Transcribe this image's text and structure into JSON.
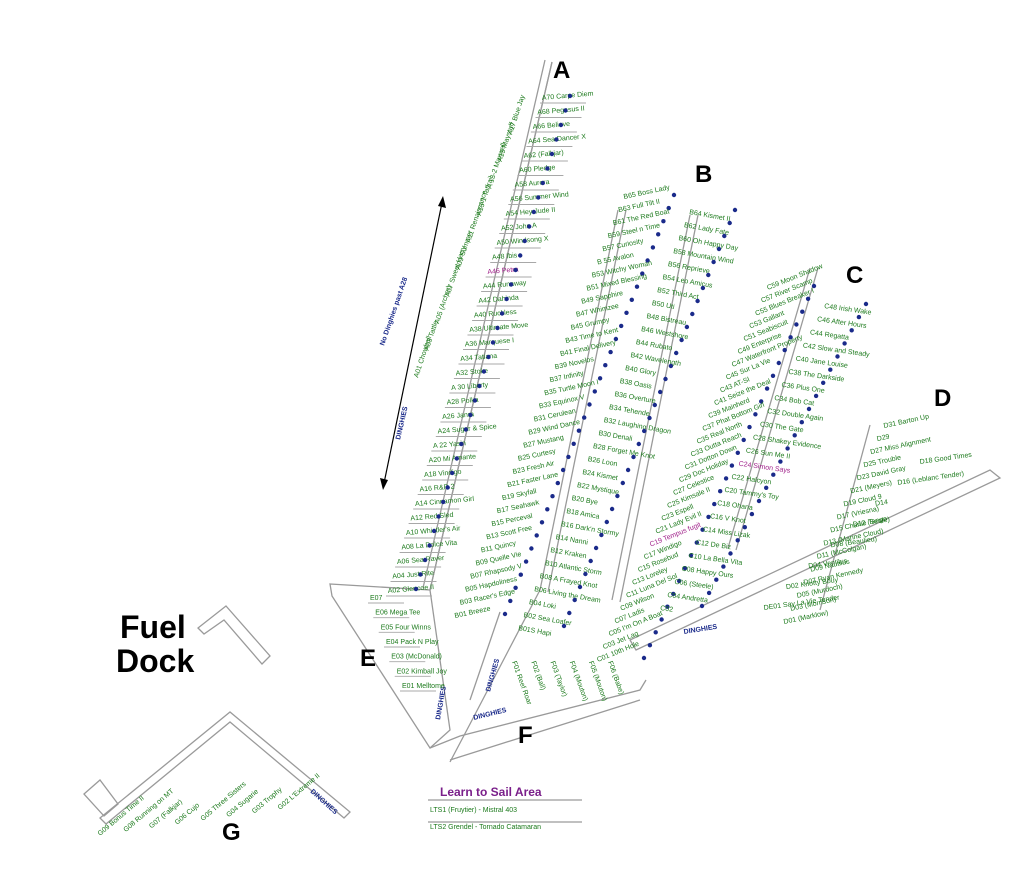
{
  "dock_letters": [
    "A",
    "B",
    "C",
    "D",
    "E",
    "F",
    "G"
  ],
  "fuel_dock": [
    "Fuel",
    "Dock"
  ],
  "note_no_dinghies": "No Dinghies past A28",
  "dinghies_label": "DINGHIES",
  "lts": {
    "title": "Learn to Sail Area",
    "items": [
      "LTS1  (Fruytier) - Mistral 403",
      "LTS2 Grendel - Tornado Catamaran"
    ]
  },
  "colors": {
    "berth": "#1c7a1c",
    "highlight": "#a0208a",
    "dinghy": "#1a2a8a",
    "dock": "#9a9a9a",
    "lts_title": "#7a1f8a"
  },
  "a_east": [
    "A70 Carpe Diem",
    "A68 Pegasus II",
    "A66 Believe",
    "A64 Sea Dancer X",
    "A62 (Falkjar)",
    "A60 Pledge",
    "A58 Aurora",
    "A56 Summer Wind",
    "A54 Hey Jude II",
    "A52 John A",
    "A50 Windsong X",
    "A48 Ibis",
    "A46 Petra",
    "A44 Runaway",
    "A42 Dahinda",
    "A40 Ruckless",
    "A38 Ultimate Move",
    "A36 Marquese I",
    "A34 Tatiana",
    "A32 Stoke",
    "A 30 Liberty",
    "A28 Polka",
    "A26 Janra",
    "A24 Sugar & Spice",
    "A 22 Yasin",
    "A20 Mi Amante",
    "A18 Vindigo",
    "A16 R&R 2",
    "A14 Cinnamon Girl",
    "A12 Red Sled",
    "A10 Whistler's Air",
    "A08 La Dolce Vita",
    "A06 Sea Raver",
    "A04 Just Rite",
    "A02 Glencoe II"
  ],
  "a_west": [
    "A17 Blue Jay",
    "A15 Maystuff",
    "A 13-2 Maxwell",
    "A13-1 Taffrail",
    "A11 Renaissance",
    "A09 Summer",
    "A07 Sweet Harry",
    "A05 (Archer)",
    "A03 Tattle",
    "A01 Chowhall"
  ],
  "b_west": [
    "B65 Boss Lady",
    "B63 Full Tilt II",
    "B61 The Red Boat",
    "B59 Steel n Time",
    "B57 Curiosity",
    "B 55 Avalon",
    "B53 Witchy Woman",
    "B51 Mixed Blessing",
    "B49 Sapphire",
    "B47 Whimzee",
    "B45 Grumpy",
    "B43 Time to Kent",
    "B41 Final Delivery",
    "B39 Novelos",
    "B37 Infinity",
    "B35 Turtle Moon I",
    "B33 Equinox V",
    "B31 Cerulean",
    "B29 Wind Dance",
    "B27 Mustang",
    "B25 Curtesy",
    "B23 Fresh Air",
    "B21 Faster Lane",
    "B19 Skyfall",
    "B17 Seahawk",
    "B15 Perceval",
    "B13 Scott Free",
    "B11 Quincy",
    "B09 Quelle Vie",
    "B07 Rhapsody V",
    "B05 Hapdoliness",
    "B03 Racer's Edge",
    "B01 Breeze"
  ],
  "b_east": [
    "B64 Kismet II",
    "B62 Lady Fate",
    "B60 Oh Happy Day",
    "B58 Mountain Wind",
    "B56 Reprieve",
    "B54 Leo Amicus",
    "B52 Third Act",
    "B50 Uti",
    "B48 Bistreau",
    "B46 Westshore",
    "B44 Rubato",
    "B42 Wavelength",
    "B40 Glory",
    "B38 Oasis",
    "B36 Overture",
    "B34 Tehende",
    "B32 Laughing Dragon",
    "B30 Denali",
    "B28 Forget Me Knot",
    "B26 Loon",
    "B24 Kismet",
    "B22 Mystique",
    "B20 Bye",
    "B18 Amica",
    "B16 Dark'n Stormy",
    "B14 Nanni",
    "B12 Kraken",
    "B10 Atlantic Storm",
    "B08 A Frayed Knot",
    "B06 Living the Dream",
    "B04 Loki",
    "B02 Sea Loafer",
    "B01S Hapi"
  ],
  "c_west": [
    "C59 Moon Shadow",
    "C57 River Scamp",
    "C55 Blues Breaker I",
    "C53 Gallant",
    "C51 Seabiscuit",
    "C49 Enterprise",
    "C47 Waterfront Property",
    "C45 Sur La Vie",
    "C43 AT-SI",
    "C41 Seize the Deal",
    "C39 Mainherd",
    "C37 Phat Bottom Girl",
    "C35 Real North",
    "C33 Outta Reach",
    "C31 Dotton Down",
    "C29 Doc Holiday",
    "C27 Celestice",
    "C25 Kimsale II",
    "C23 Espell",
    "C21 Lady Evil II",
    "C19 Tempus fugit",
    "C17 Windigo",
    "C15 Rosebud",
    "C13 Loreley",
    "C11 Luna Del Sol",
    "C09 Wilson",
    "C07 Ladis",
    "C05 I'm On A Boat",
    "C03 Jet Lag",
    "C01 10th Hole"
  ],
  "c_east": [
    "C48 Irish Wake",
    "C46 After Hours",
    "C44 Regatta",
    "C42 Slow and Steady",
    "C40 Jane Louise",
    "C38 The Darkside",
    "C36 Plus One",
    "C34 Bob Cat",
    "C32 Double Again",
    "C30 The Gate",
    "C28 Shakey Evidence",
    "C26 Sun Me II",
    "C24 Simon Says",
    "C22 Halcyon",
    "C20 Tammy's Toy",
    "C18 Ohana",
    "C16 V Knot",
    "C14 Miss Lizak",
    "C12 De Biz",
    "C10 La Bella Vita",
    "C08 Happy Ours",
    "C06 (Steele)",
    "C04 Andretta",
    "C02"
  ],
  "d_berths": [
    "D31 Barton Up",
    "D29",
    "D27 Miss Alignment",
    "D25 Trouble",
    "D23 David Gray",
    "D21 (Meyers)",
    "D19 Cloud 9",
    "D17 (Vriesna)",
    "D15 Charlie Tango",
    "D13 (Marine Cloud)",
    "D11 (McColgan)",
    "D09 Nautilus",
    "D07 Ryan Kennedy",
    "D05 (Murdoch)",
    "D03 (Morrison)",
    "D01 (Marklow)"
  ],
  "d_east": [
    "D18 Good Times",
    "D16 (Leblanc Tender)",
    "D14",
    "D12 (Seale)",
    "D08 (Beaulieu)",
    "D04 Ventilus",
    "D02 Knotty Bouy",
    "DE01 Say La Vie Tender"
  ],
  "e_berths": [
    "E07",
    "E06 Mega Tee",
    "E05 Four Winns",
    "E04 Pack N Play",
    "E03 (McDonald)",
    "E02 Kimball Joy",
    "E01 Melltome"
  ],
  "f_berths": [
    "F01 Reef Roar",
    "F02 (Ball)",
    "F03 (Taylor)",
    "F04 (Mouton)",
    "F05 (Mouton)",
    "F06 (Babe)"
  ],
  "g_berths": [
    "G09 Bonus Time II",
    "G08 Running on MT",
    "G07 (Falkjar)",
    "G06 Cujo",
    "G05 Three Sisters",
    "G04 Sugarie",
    "G03 Trophy",
    "G02 L'Extreme II"
  ]
}
